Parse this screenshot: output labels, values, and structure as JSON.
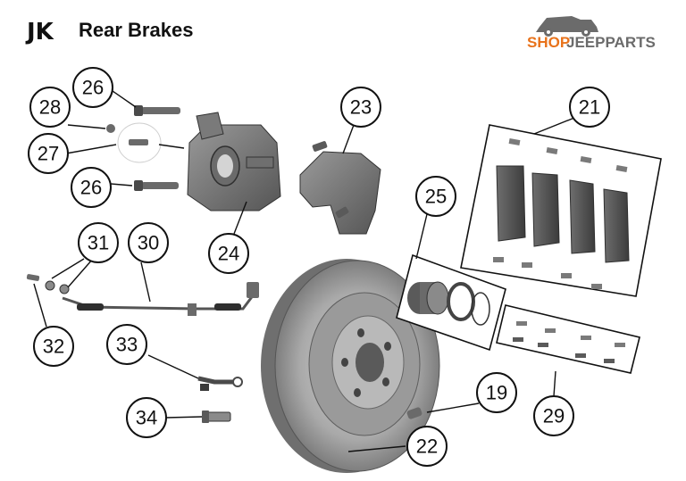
{
  "header": {
    "model": "JK",
    "title": "Rear Brakes"
  },
  "logo": {
    "text_shop": "SHOP",
    "text_jeepparts": "JEEPPARTS",
    "icon": "jeep-silhouette-icon",
    "colors": {
      "shop": "#e8731c",
      "jeepparts": "#6b6b6b"
    }
  },
  "callouts": {
    "c19": "19",
    "c21": "21",
    "c22": "22",
    "c23": "23",
    "c24": "24",
    "c25": "25",
    "c26a": "26",
    "c26b": "26",
    "c27": "27",
    "c28": "28",
    "c29": "29",
    "c30": "30",
    "c31": "31",
    "c32": "32",
    "c33": "33",
    "c34": "34"
  },
  "parts": {
    "rotor": "brake-rotor",
    "caliper": "brake-caliper",
    "bracket": "caliper-anchor-bracket",
    "pads": "brake-pad-set",
    "piston_kit": "caliper-piston-and-seal-kit",
    "hardware": "pad-hardware-clips",
    "brake_hose": "brake-hose",
    "abs_sensor": "abs-wheel-speed-sensor",
    "wheel_stud": "wheel-stud",
    "bleeder": "bleeder-screw",
    "guide_pins": "caliper-guide-pins"
  },
  "colors": {
    "part_gray": "#8c8c8c",
    "part_dark": "#4a4a4a",
    "part_light": "#c8c8c8"
  }
}
